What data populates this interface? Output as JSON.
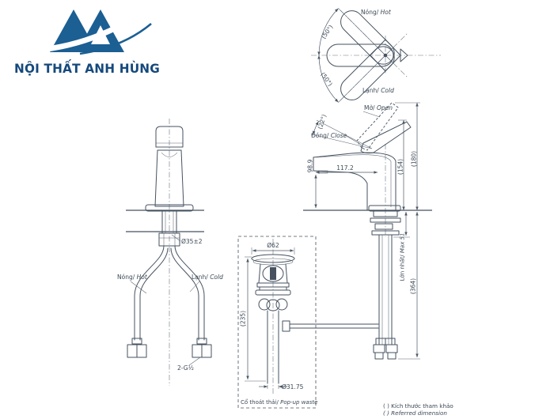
{
  "company": {
    "name": "NỘI THẤT ANH HÙNG"
  },
  "labels": {
    "hot": {
      "vi": "Nóng/",
      "en": " Hot"
    },
    "cold": {
      "vi": "Lạnh/",
      "en": " Cold"
    },
    "open": {
      "vi": "Mở/",
      "en": " Open"
    },
    "close": {
      "vi": "Đóng/",
      "en": " Close"
    },
    "max_counter": {
      "vi": "Lớn nhất/",
      "en": " Max 51"
    },
    "popup": {
      "vi": "Cổ thoát thải/",
      "en": " Pop-up waste"
    }
  },
  "dimensions": {
    "swing_upper": "(50°)",
    "swing_lower": "(50°)",
    "lever_angle": "(22°)",
    "spout_reach": "117.2",
    "spout_height": "98.9",
    "total_height": "(154)",
    "open_height": "(180)",
    "below_counter": "(364)",
    "hole_diameter": "Ø35±2",
    "connection": "2-G½",
    "popup_cap": "Ø62",
    "popup_length": "(235)",
    "popup_tail": "Ø31.75"
  },
  "notes": {
    "vi": "( ) Kích thước tham khảo",
    "en": "( ) Referred dimension"
  },
  "colors": {
    "line": "#46525f",
    "logo": "#1b5f93",
    "logo_text": "#15497c"
  }
}
